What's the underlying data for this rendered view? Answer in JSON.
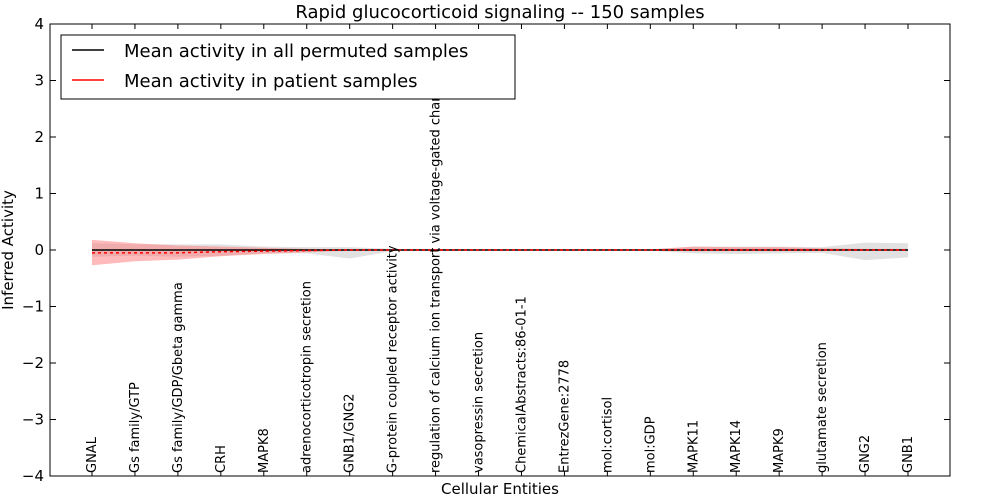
{
  "chart_data": {
    "type": "line",
    "title": "Rapid glucocorticoid signaling -- 150 samples",
    "xlabel": "Cellular Entities",
    "ylabel": "Inferred Activity",
    "ylim": [
      -4,
      4
    ],
    "yticks": [
      -4,
      -3,
      -2,
      -1,
      0,
      1,
      2,
      3,
      4
    ],
    "ytick_labels": [
      "−4",
      "−3",
      "−2",
      "−1",
      "0",
      "1",
      "2",
      "3",
      "4"
    ],
    "grid": false,
    "legend_position": "top-left",
    "categories": [
      "GNAL",
      "Gs family/GTP",
      "Gs family/GDP/Gbeta gamma",
      "CRH",
      "MAPK8",
      "adrenocorticotropin secretion",
      "GNB1/GNG2",
      "G-protein coupled receptor activity",
      "regulation of calcium ion transport via voltage-gated channel",
      "vasopressin secretion",
      "ChemicalAbstracts:86-01-1",
      "EntrezGene:2778",
      "mol:cortisol",
      "mol:GDP",
      "MAPK11",
      "MAPK14",
      "MAPK9",
      "glutamate secretion",
      "GNG2",
      "GNB1"
    ],
    "series": [
      {
        "name": "Mean activity in all permuted samples",
        "color": "#000000",
        "values": [
          0,
          0,
          0,
          0,
          0,
          0,
          0,
          0,
          0,
          0,
          0,
          0,
          0,
          0,
          0,
          0,
          0,
          0,
          0,
          0
        ],
        "band_upper": [
          0.12,
          0.1,
          0.1,
          0.1,
          0.06,
          0.05,
          0.05,
          0.02,
          0.02,
          0.01,
          0.01,
          0.01,
          0.01,
          0.01,
          0.06,
          0.06,
          0.06,
          0.05,
          0.13,
          0.12
        ],
        "band_lower": [
          -0.12,
          -0.1,
          -0.12,
          -0.1,
          -0.06,
          -0.06,
          -0.15,
          -0.02,
          -0.02,
          -0.01,
          -0.01,
          -0.01,
          -0.01,
          -0.01,
          -0.06,
          -0.07,
          -0.06,
          -0.05,
          -0.18,
          -0.13
        ],
        "band_color": "#aaaaaa"
      },
      {
        "name": "Mean activity in patient samples",
        "color": "#ff0000",
        "values": [
          -0.05,
          -0.05,
          -0.05,
          -0.03,
          -0.02,
          -0.01,
          0,
          0,
          0,
          0,
          0,
          0,
          0,
          0,
          0,
          0,
          0,
          0,
          0,
          0
        ],
        "band_upper": [
          0.18,
          0.12,
          0.08,
          0.06,
          0.04,
          0.02,
          0.01,
          0.01,
          0.01,
          0.01,
          0.01,
          0.01,
          0.01,
          0.01,
          0.06,
          0.05,
          0.05,
          0.03,
          0.02,
          0.02
        ],
        "band_lower": [
          -0.27,
          -0.2,
          -0.17,
          -0.11,
          -0.07,
          -0.04,
          -0.01,
          -0.01,
          -0.01,
          -0.01,
          -0.01,
          -0.01,
          -0.01,
          -0.01,
          -0.02,
          -0.02,
          -0.02,
          -0.02,
          -0.01,
          -0.01
        ],
        "band_color": "#ff7777"
      }
    ]
  }
}
